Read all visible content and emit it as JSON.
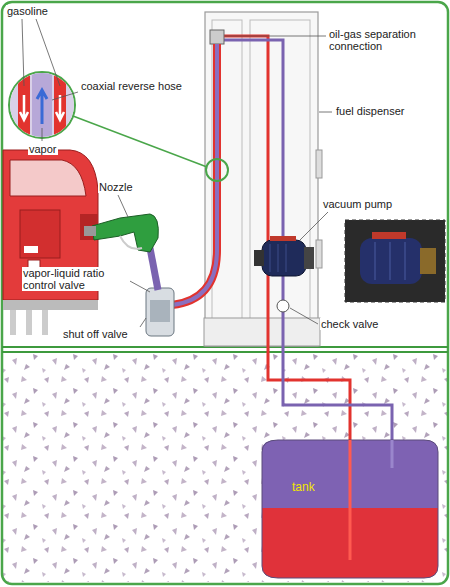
{
  "diagram": {
    "nodes": [
      {
        "text": [
          "tank"
        ]
      }
    ],
    "labels": [
      "gasoline",
      "coaxial reverse hose",
      "vapor",
      "oil-gas separation connection",
      "fuel dispenser",
      "Nozzle",
      "vacuum pump",
      "vapor-liquid ratio control valve",
      "shut off valve",
      "check valve"
    ]
  }
}
